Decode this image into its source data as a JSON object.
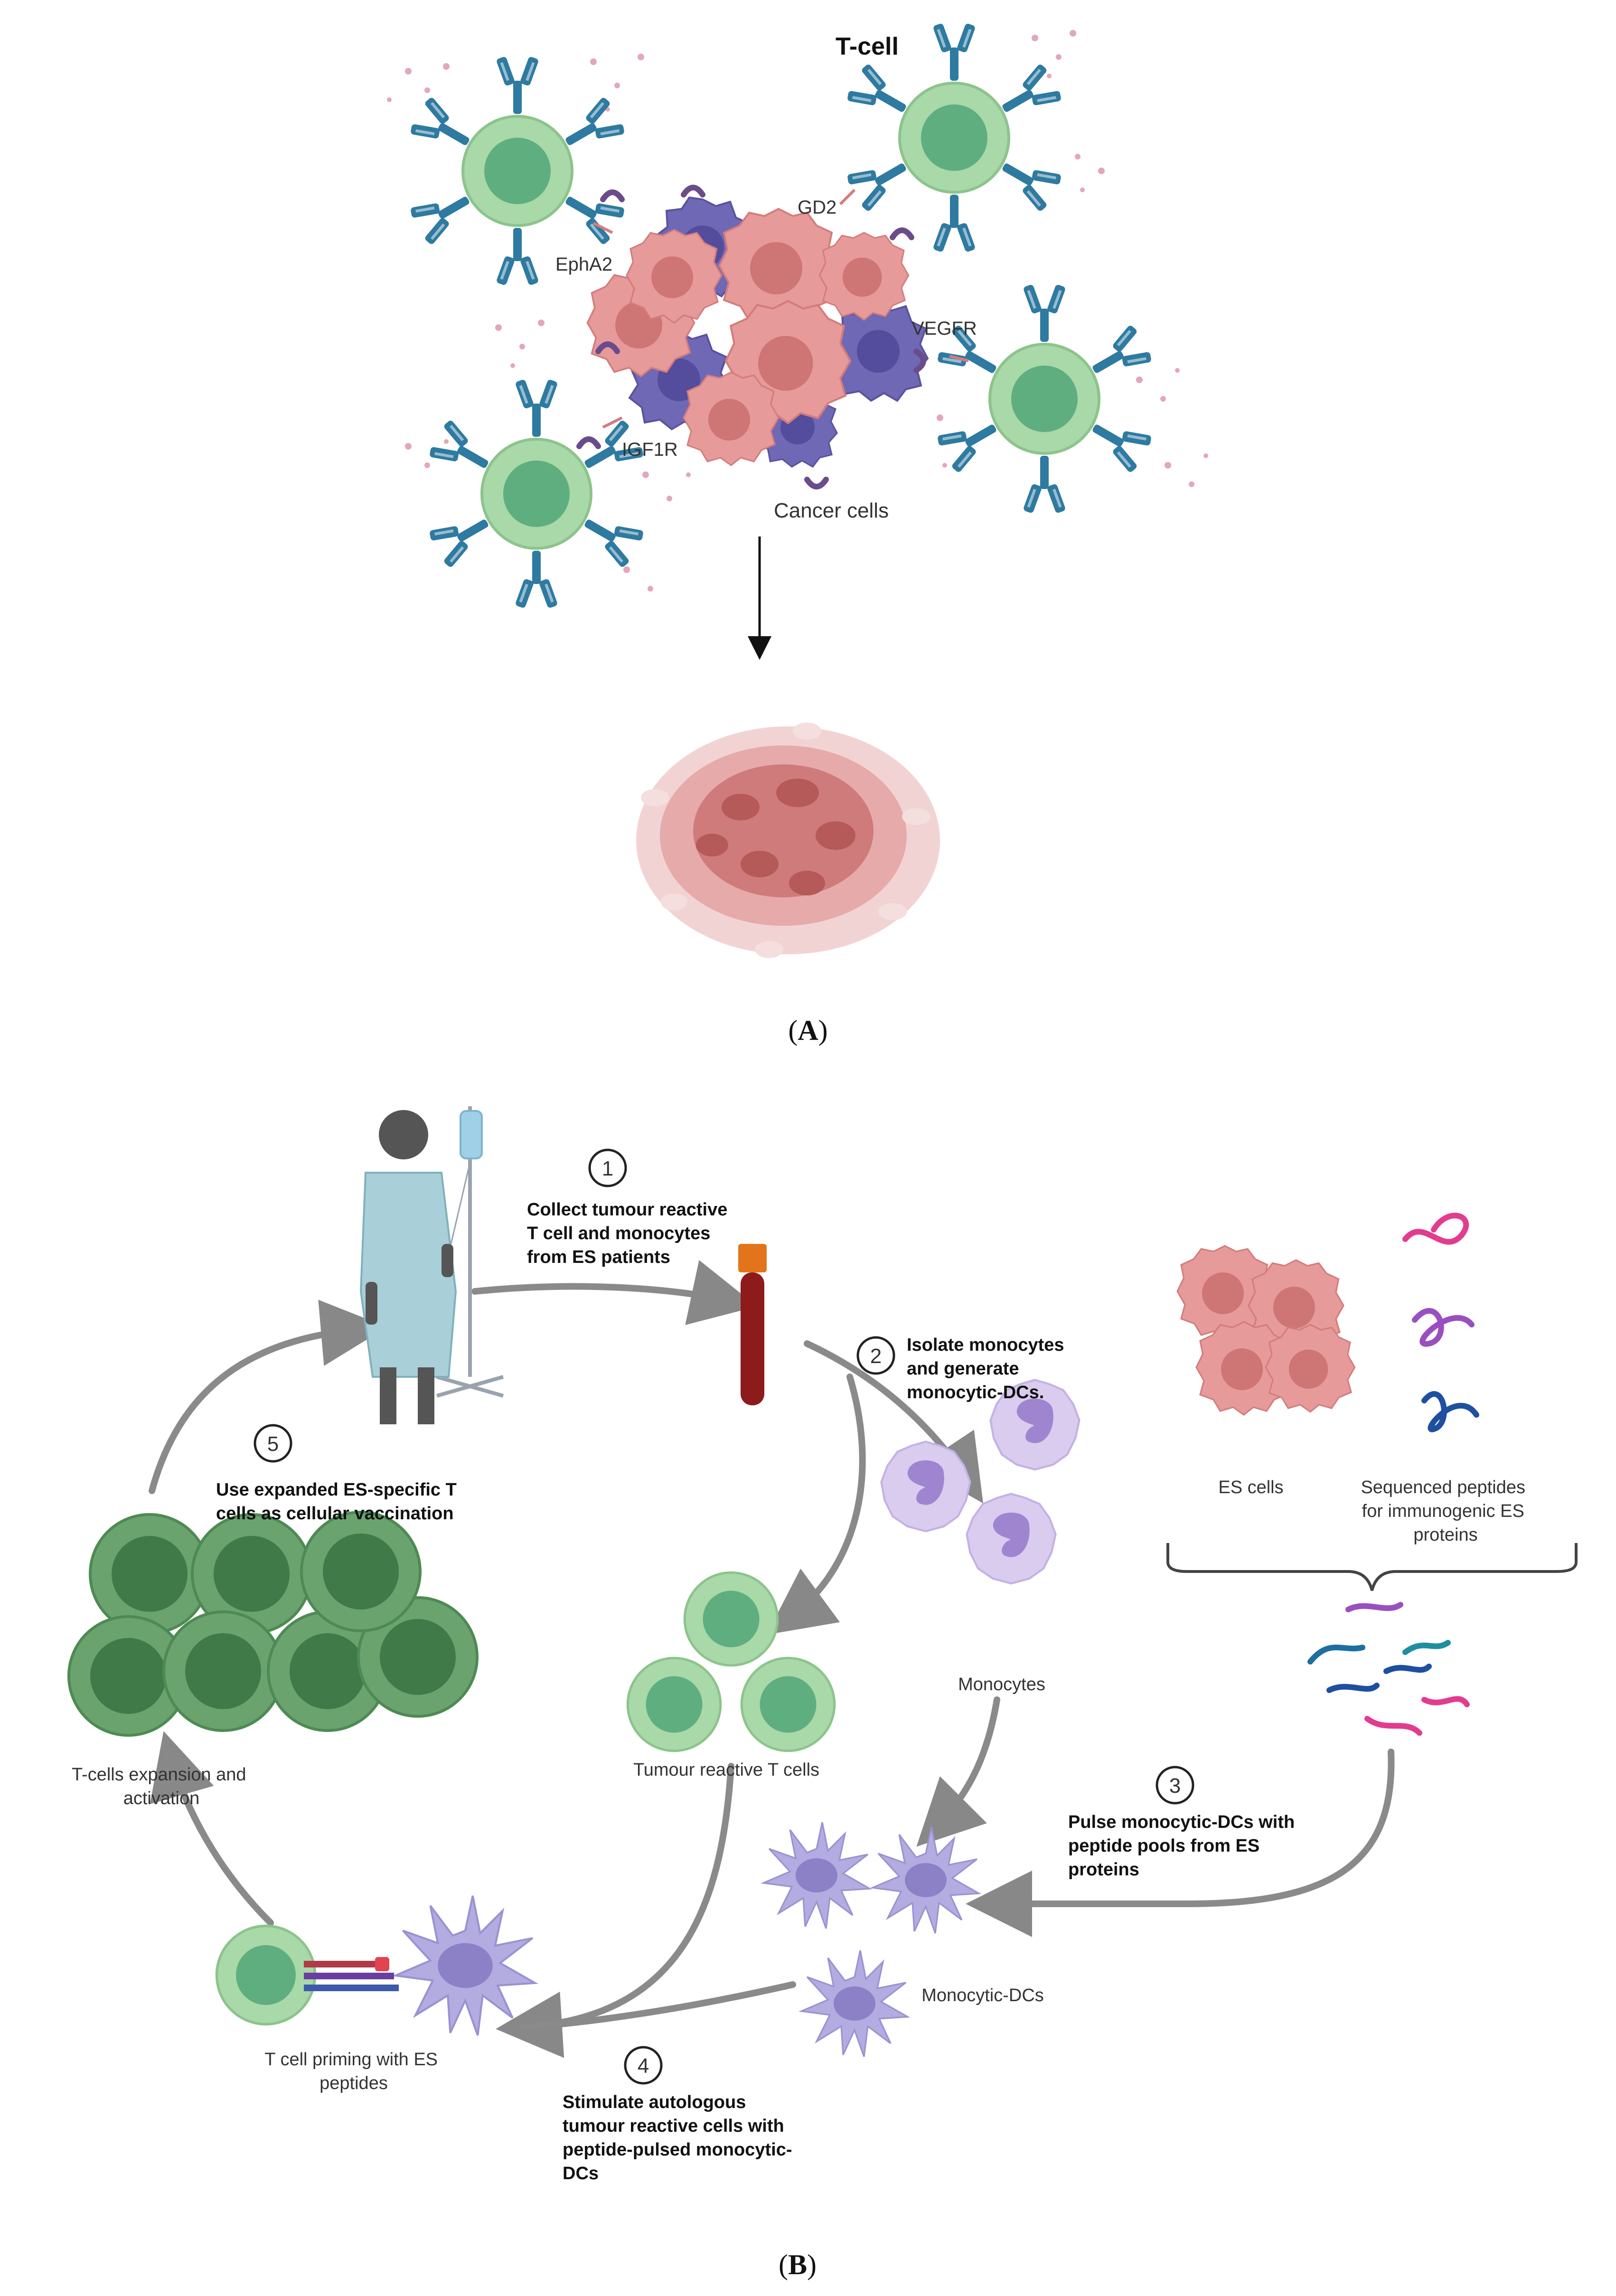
{
  "panel_a": {
    "label_open": "(",
    "label_letter": "A",
    "label_close": ")",
    "t_cell_label": "T-cell",
    "cancer_cells_label": "Cancer cells",
    "receptors": {
      "gd2": "GD2",
      "epha2": "EphA2",
      "vegfr": "VEGFR",
      "igf1r": "IGF1R"
    }
  },
  "panel_b": {
    "label_open": "(",
    "label_letter": "B",
    "label_close": ")",
    "steps": [
      {
        "num": "1",
        "lines": [
          "Collect tumour reactive",
          "T cell and monocytes",
          "from ES patients"
        ]
      },
      {
        "num": "2",
        "lines": [
          "Isolate monocytes",
          "and generate",
          "monocytic-DCs."
        ]
      },
      {
        "num": "3",
        "lines": [
          "Pulse monocytic-DCs with",
          "peptide pools from ES",
          "proteins"
        ]
      },
      {
        "num": "4",
        "lines": [
          "Stimulate autologous",
          "tumour reactive cells with",
          "peptide-pulsed monocytic-",
          "DCs"
        ]
      },
      {
        "num": "5",
        "lines": [
          "Use expanded ES-specific T",
          "cells as cellular vaccination"
        ]
      }
    ],
    "labels": {
      "es_cells": "ES cells",
      "peptides": [
        "Sequenced peptides",
        "for immunogenic ES",
        "proteins"
      ],
      "monocytes": "Monocytes",
      "tumour_t_cells": "Tumour reactive T cells",
      "t_expansion": [
        "T-cells expansion and",
        "activation"
      ],
      "monocytic_dcs": "Monocytic-DCs",
      "priming": [
        "T cell priming with ES",
        "peptides"
      ]
    }
  },
  "colors": {
    "tcell_outer": "#a9d8a9",
    "tcell_inner": "#5fae7f",
    "antibody": "#2e7aa0",
    "cancer_pink": "#e79a9a",
    "cancer_purple": "#6f68b5",
    "dark_green_outer": "#5f9a64",
    "dark_green_inner": "#3f7a48",
    "monocyte": "#c9b9e6",
    "dc": "#b3ace0",
    "arrow": "#888888",
    "blood": "#8e1b1b"
  }
}
